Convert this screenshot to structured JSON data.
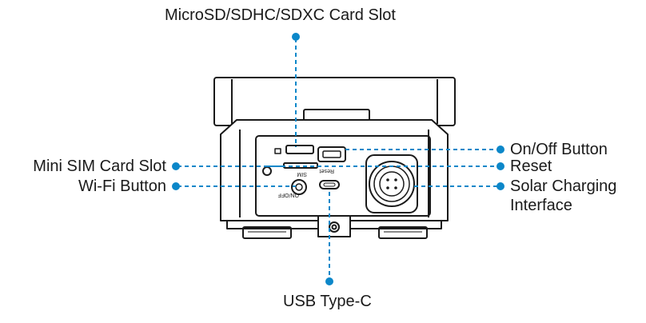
{
  "labels": {
    "microsd": "MicroSD/SDHC/SDXC Card Slot",
    "onoff": "On/Off Button",
    "reset": "Reset",
    "solar_line1": "Solar Charging",
    "solar_line2": "Interface",
    "sim": "Mini SIM Card Slot",
    "wifi": "Wi-Fi Button",
    "usbc": "USB Type-C"
  },
  "device_markings": {
    "reset": "Reset",
    "on_off": "ON/OFF",
    "sim": "SIM"
  },
  "colors": {
    "callout": "#0b87c9",
    "outline": "#1a1a1a",
    "body": "#ffffff",
    "text": "#1a1a1a"
  }
}
